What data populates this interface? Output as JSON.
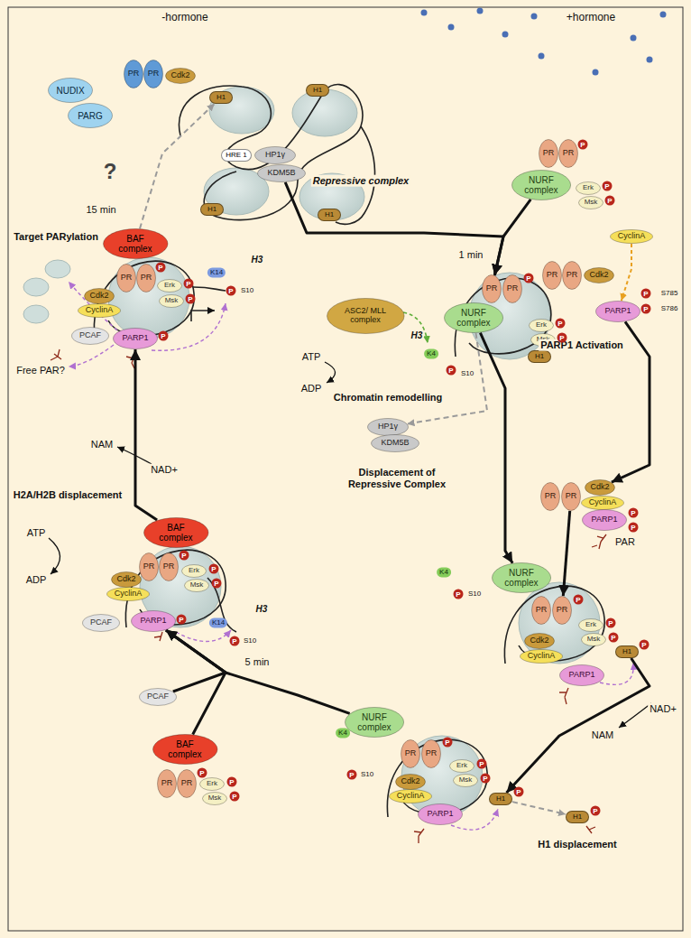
{
  "diagram": {
    "nodes": [
      {
        "text": [
          "PR"
        ]
      },
      {
        "text": [
          "PR"
        ]
      },
      {
        "text": [
          "Cdk2"
        ]
      },
      {
        "text": [
          "NUDIX"
        ]
      },
      {
        "text": [
          "PARG"
        ]
      },
      {
        "text": [
          "HP1γ"
        ]
      },
      {
        "text": [
          "KDM5B"
        ]
      },
      {
        "text": [
          "HRE 1"
        ]
      },
      {
        "text": [
          "H1"
        ]
      },
      {
        "text": [
          "H1"
        ]
      },
      {
        "text": [
          "H1"
        ]
      },
      {
        "text": [
          "H1"
        ]
      },
      {
        "text": [
          "NURF complex"
        ]
      },
      {
        "text": [
          "PR"
        ]
      },
      {
        "text": [
          "PR"
        ]
      },
      {
        "text": [
          "Erk"
        ]
      },
      {
        "text": [
          "Msk"
        ]
      },
      {
        "text": [
          "CyclinA"
        ]
      },
      {
        "text": [
          "PR"
        ]
      },
      {
        "text": [
          "PR"
        ]
      },
      {
        "text": [
          "Cdk2"
        ]
      },
      {
        "text": [
          "PARP1"
        ]
      },
      {
        "text": [
          "ASC2/ MLL complex"
        ]
      },
      {
        "text": [
          "NURF complex"
        ]
      },
      {
        "text": [
          "PR"
        ]
      },
      {
        "text": [
          "PR"
        ]
      },
      {
        "text": [
          "Erk"
        ]
      },
      {
        "text": [
          "Msk"
        ]
      },
      {
        "text": [
          "H1"
        ]
      },
      {
        "text": [
          "HP1γ"
        ]
      },
      {
        "text": [
          "KDM5B"
        ]
      },
      {
        "text": [
          "PR"
        ]
      },
      {
        "text": [
          "PR"
        ]
      },
      {
        "text": [
          "Cdk2"
        ]
      },
      {
        "text": [
          "CyclinA"
        ]
      },
      {
        "text": [
          "PARP1"
        ]
      },
      {
        "text": [
          "NURF complex"
        ]
      },
      {
        "text": [
          "PR"
        ]
      },
      {
        "text": [
          "PR"
        ]
      },
      {
        "text": [
          "Erk"
        ]
      },
      {
        "text": [
          "Msk"
        ]
      },
      {
        "text": [
          "Cdk2"
        ]
      },
      {
        "text": [
          "CyclinA"
        ]
      },
      {
        "text": [
          "PARP1"
        ]
      },
      {
        "text": [
          "H1"
        ]
      },
      {
        "text": [
          "NURF complex"
        ]
      },
      {
        "text": [
          "PR"
        ]
      },
      {
        "text": [
          "PR"
        ]
      },
      {
        "text": [
          "Erk"
        ]
      },
      {
        "text": [
          "Msk"
        ]
      },
      {
        "text": [
          "Cdk2"
        ]
      },
      {
        "text": [
          "CyclinA"
        ]
      },
      {
        "text": [
          "PARP1"
        ]
      },
      {
        "text": [
          "H1"
        ]
      },
      {
        "text": [
          "H1"
        ]
      },
      {
        "text": [
          "PCAF"
        ]
      },
      {
        "text": [
          "BAF complex"
        ]
      },
      {
        "text": [
          "PR"
        ]
      },
      {
        "text": [
          "PR"
        ]
      },
      {
        "text": [
          "Erk"
        ]
      },
      {
        "text": [
          "Msk"
        ]
      },
      {
        "text": [
          "BAF complex"
        ]
      },
      {
        "text": [
          "PR"
        ]
      },
      {
        "text": [
          "PR"
        ]
      },
      {
        "text": [
          "Erk"
        ]
      },
      {
        "text": [
          "Msk"
        ]
      },
      {
        "text": [
          "Cdk2"
        ]
      },
      {
        "text": [
          "CyclinA"
        ]
      },
      {
        "text": [
          "PCAF"
        ]
      },
      {
        "text": [
          "PARP1"
        ]
      },
      {
        "text": [
          "BAF complex"
        ]
      },
      {
        "text": [
          "PR"
        ]
      },
      {
        "text": [
          "PR"
        ]
      },
      {
        "text": [
          "Erk"
        ]
      },
      {
        "text": [
          "Msk"
        ]
      },
      {
        "text": [
          "Cdk2"
        ]
      },
      {
        "text": [
          "CyclinA"
        ]
      },
      {
        "text": [
          "PCAF"
        ]
      },
      {
        "text": [
          "PARP1"
        ]
      }
    ],
    "edges": [
      {
        "from": 6,
        "to": 24,
        "arrow": "to"
      },
      {
        "from": 12,
        "to": 24,
        "arrow": "to"
      },
      {
        "from": 17,
        "to": 21,
        "arrow": "to"
      },
      {
        "from": 21,
        "to": 33,
        "arrow": "to"
      },
      {
        "from": 23,
        "to": 36,
        "arrow": "to"
      },
      {
        "from": 23,
        "to": 29,
        "arrow": "to"
      },
      {
        "from": 32,
        "to": 38,
        "arrow": "to"
      },
      {
        "from": 44,
        "to": 53,
        "arrow": "to"
      },
      {
        "from": 53,
        "to": 54,
        "arrow": "to"
      },
      {
        "from": 45,
        "to": 69,
        "arrow": "to"
      },
      {
        "from": 55,
        "to": 69,
        "arrow": "to"
      },
      {
        "from": 56,
        "to": 69,
        "arrow": "to"
      },
      {
        "from": 61,
        "to": 78,
        "arrow": "to"
      },
      {
        "from": 70,
        "to": 8,
        "arrow": "to"
      }
    ],
    "labels": [
      "-hormone",
      "+hormone",
      "?",
      "Repressive complex",
      "1 min",
      "PARP1 Activation",
      "S785",
      "S786",
      "ATP",
      "ADP",
      "H3",
      "K4",
      "S10",
      "Chromatin remodelling",
      "Displacement of Repressive Complex",
      "PAR",
      "K4",
      "S10",
      "NAD+",
      "NAM",
      "K4",
      "S10",
      "H1 displacement",
      "5 min",
      "H2A/H2B displacement",
      "ATP",
      "ADP",
      "H3",
      "K14",
      "S10",
      "NAM",
      "NAD+",
      "15 min",
      "Target PARylation",
      "H3",
      "K14",
      "S10",
      "Free PAR?",
      "P",
      "P",
      "P",
      "P",
      "P",
      "P",
      "P",
      "P",
      "P",
      "P",
      "P",
      "P",
      "P",
      "P",
      "P",
      "P",
      "P",
      "P",
      "P",
      "P",
      "P",
      "P",
      "P",
      "P",
      "P",
      "P",
      "P",
      "P",
      "P",
      "P",
      "P",
      "P",
      "P",
      "P",
      "P"
    ]
  }
}
